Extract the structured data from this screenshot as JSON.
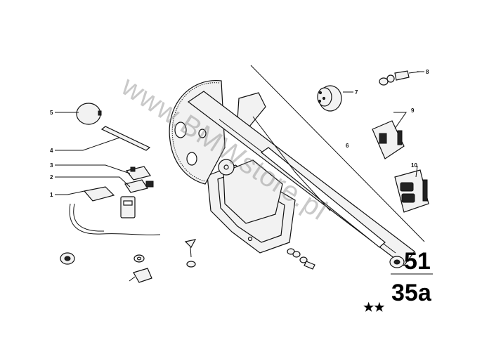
{
  "watermark": "www.BMWstore.pl",
  "group": {
    "main": "51",
    "sub": "35a",
    "stars": "★★"
  },
  "callouts": {
    "c1": "1",
    "c2": "2",
    "c3": "3",
    "c4": "4",
    "c5": "5",
    "c6": "6",
    "c7": "7",
    "c8": "8",
    "c9": "9",
    "c10": "10"
  }
}
